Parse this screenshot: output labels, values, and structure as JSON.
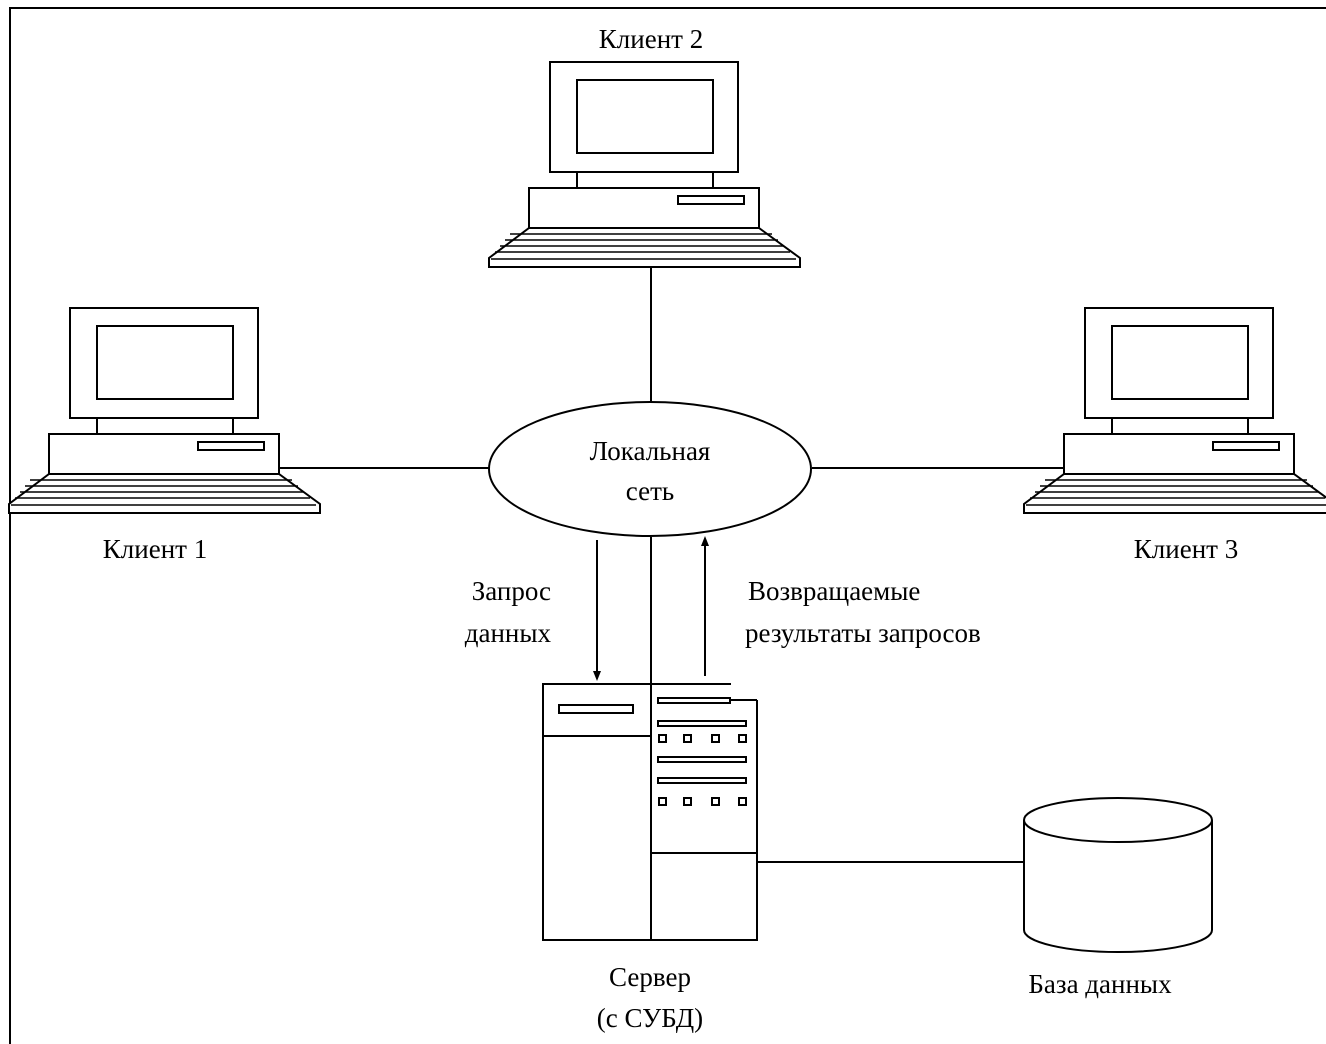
{
  "diagram": {
    "network": {
      "line1": "Локальная",
      "line2": "сеть"
    },
    "clients": {
      "client1": "Клиент 1",
      "client2": "Клиент 2",
      "client3": "Клиент 3"
    },
    "request": {
      "line1": "Запрос",
      "line2": "данных"
    },
    "results": {
      "line1": "Возвращаемые",
      "line2": "результаты запросов"
    },
    "server": {
      "line1": "Сервер",
      "line2": "(с СУБД)"
    },
    "database": "База данных"
  }
}
